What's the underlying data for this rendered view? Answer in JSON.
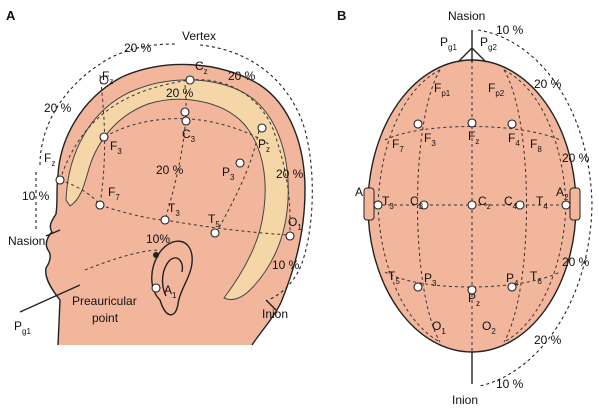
{
  "panels": {
    "a": "A",
    "b": "B"
  },
  "side_view": {
    "vertex": "Vertex",
    "nasion": "Nasion",
    "inion": "Inion",
    "preauricular": [
      "Preauricular",
      "point"
    ],
    "pct": [
      "20 %",
      "20 %",
      "20 %",
      "20 %",
      "20 %",
      "10 %",
      "10%",
      "10 %",
      "20 %"
    ],
    "electrodes": [
      {
        "base": "F",
        "sub": "z"
      },
      {
        "base": "C",
        "sub": "z"
      },
      {
        "base": "P",
        "sub": "z"
      },
      {
        "base": "F",
        "sub": "z"
      },
      {
        "base": "F",
        "sub": "3"
      },
      {
        "base": "C",
        "sub": "3"
      },
      {
        "base": "P",
        "sub": "3"
      },
      {
        "base": "F",
        "sub": "7"
      },
      {
        "base": "T",
        "sub": "3"
      },
      {
        "base": "T",
        "sub": "5"
      },
      {
        "base": "O",
        "sub": "1"
      },
      {
        "base": "A",
        "sub": "1"
      },
      {
        "base": "P",
        "sub": "g1"
      }
    ]
  },
  "top_view": {
    "nasion": "Nasion",
    "inion": "Inion",
    "pct": [
      "10 %",
      "20 %",
      "20 %",
      "20 %",
      "20 %",
      "10 %"
    ],
    "electrodes": [
      {
        "base": "P",
        "sub": "g1"
      },
      {
        "base": "P",
        "sub": "g2"
      },
      {
        "base": "F",
        "sub": "p1"
      },
      {
        "base": "F",
        "sub": "p2"
      },
      {
        "base": "F",
        "sub": "7"
      },
      {
        "base": "F",
        "sub": "3"
      },
      {
        "base": "F",
        "sub": "z"
      },
      {
        "base": "F",
        "sub": "4"
      },
      {
        "base": "F",
        "sub": "8"
      },
      {
        "base": "A",
        "sub": ""
      },
      {
        "base": "T",
        "sub": "3"
      },
      {
        "base": "C",
        "sub": "3"
      },
      {
        "base": "C",
        "sub": "z"
      },
      {
        "base": "C",
        "sub": "4"
      },
      {
        "base": "T",
        "sub": "4"
      },
      {
        "base": "A",
        "sub": "2"
      },
      {
        "base": "T",
        "sub": "5"
      },
      {
        "base": "P",
        "sub": "3"
      },
      {
        "base": "P",
        "sub": "z"
      },
      {
        "base": "P",
        "sub": "4"
      },
      {
        "base": "T",
        "sub": "6"
      },
      {
        "base": "O",
        "sub": "1"
      },
      {
        "base": "O",
        "sub": "2"
      }
    ]
  }
}
